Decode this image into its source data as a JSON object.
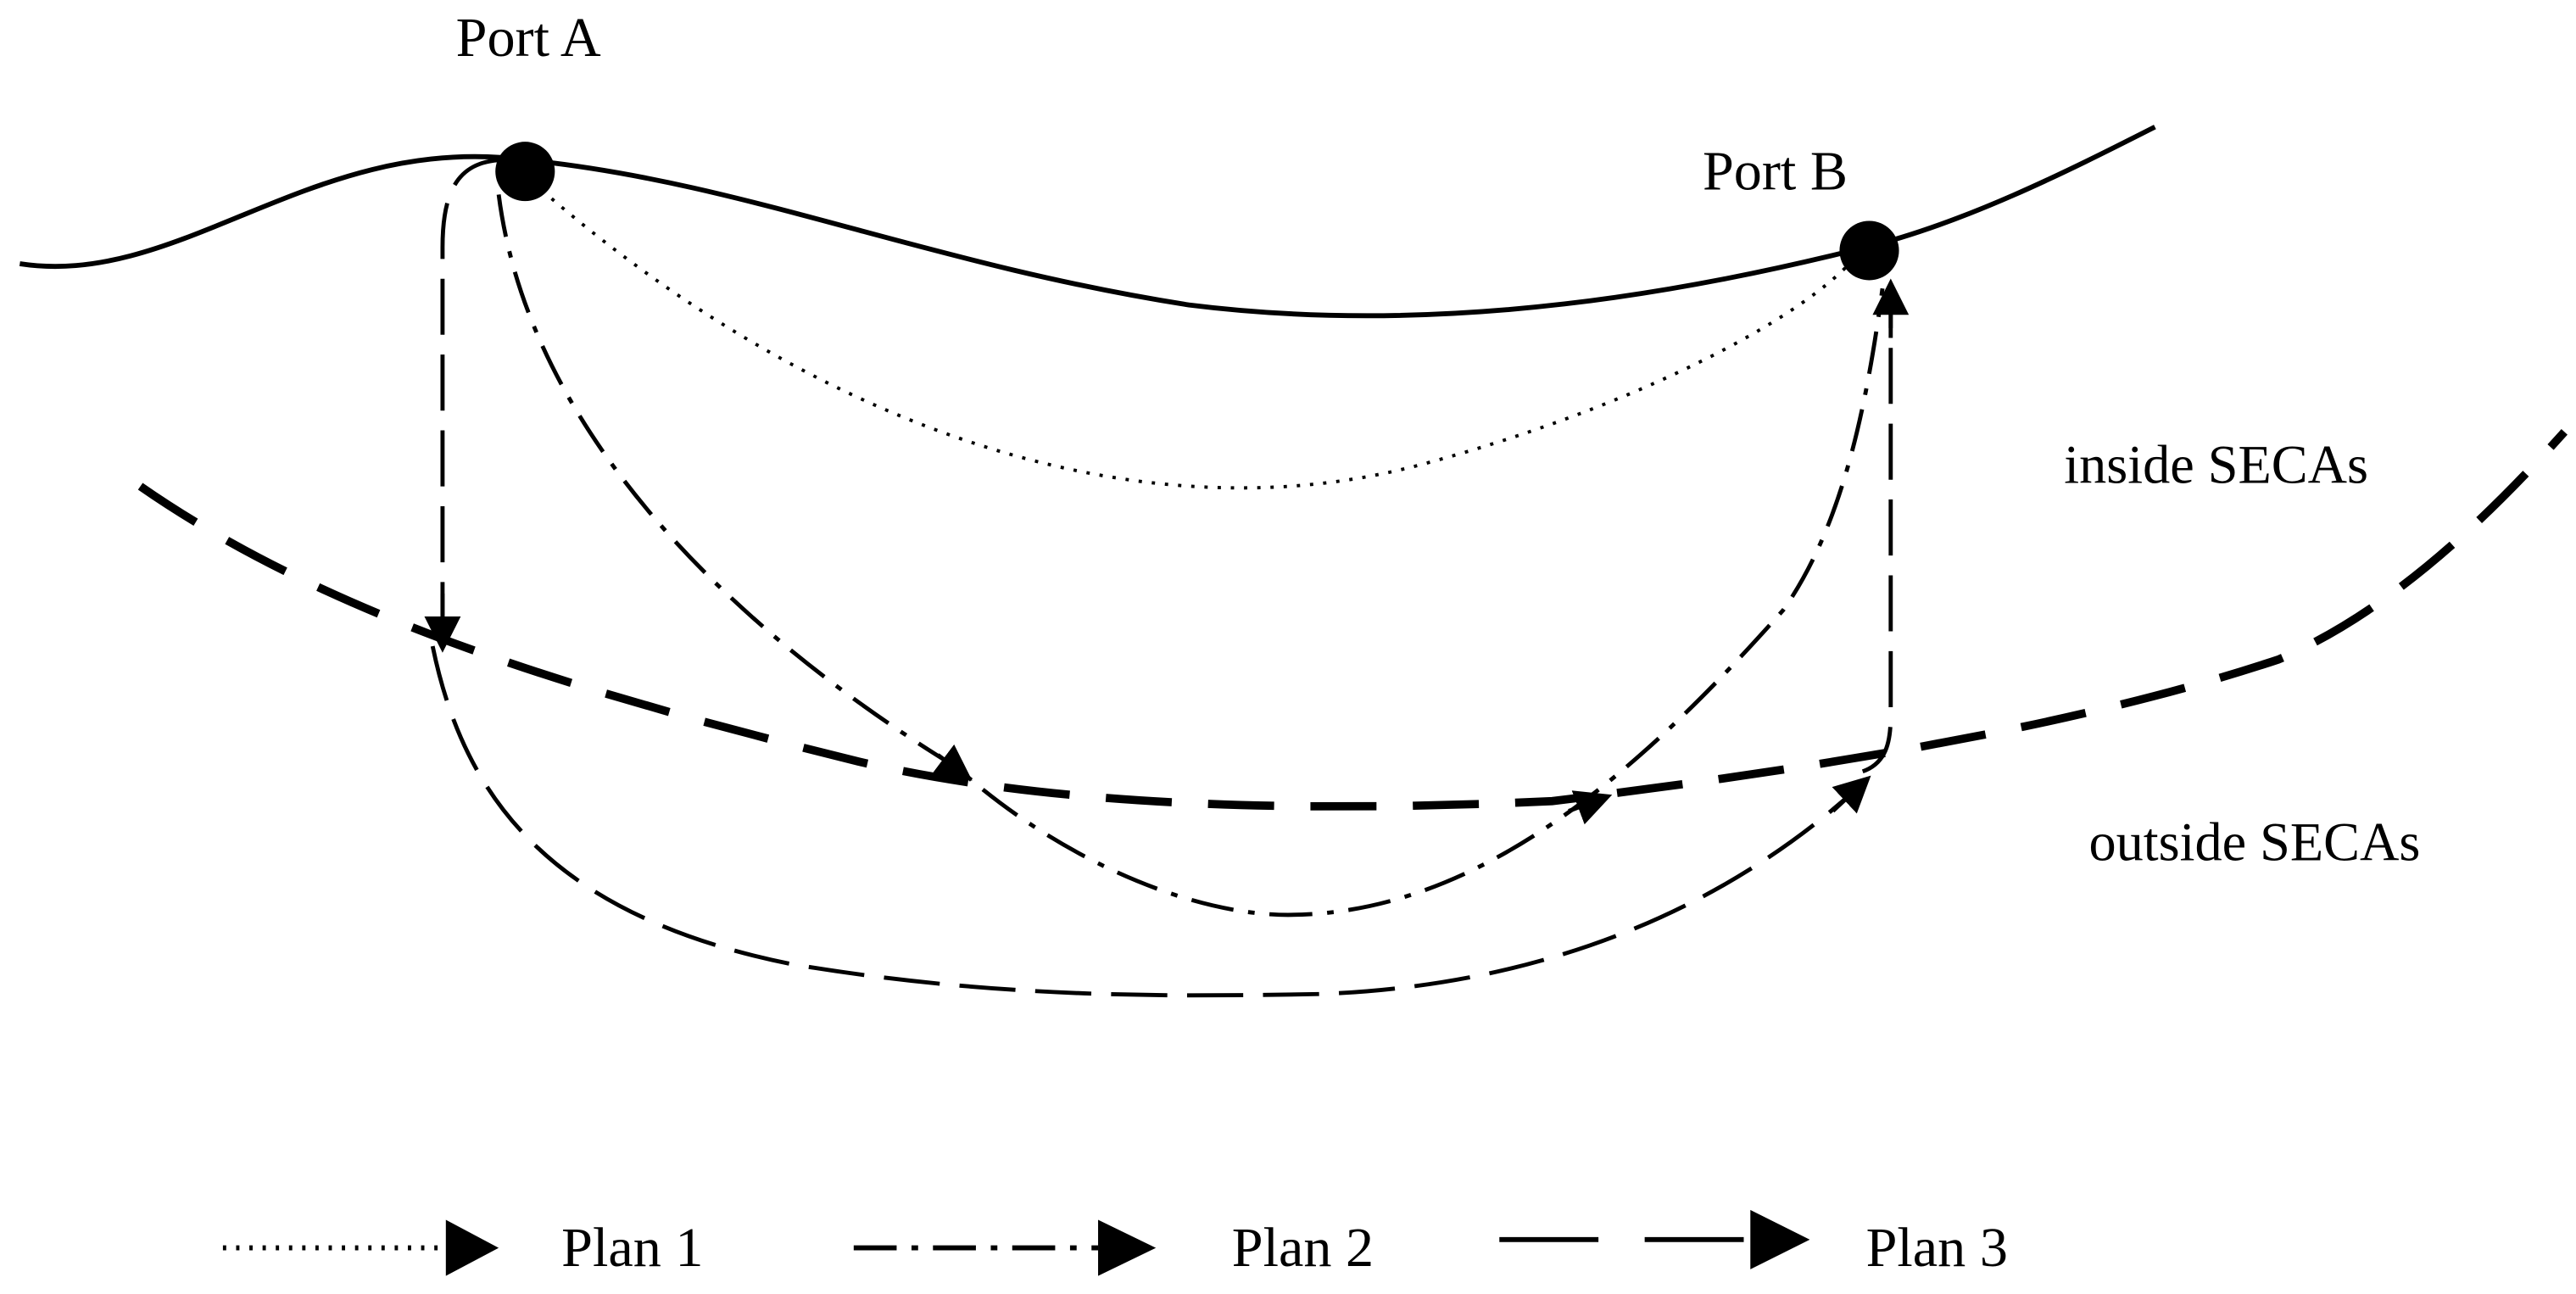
{
  "ports": {
    "a": {
      "label": "Port A"
    },
    "b": {
      "label": "Port B"
    }
  },
  "regions": {
    "inside": "inside SECAs",
    "outside": "outside SECAs"
  },
  "legend": {
    "plan1": "Plan 1",
    "plan2": "Plan 2",
    "plan3": "Plan 3"
  },
  "colors": {
    "ink": "#000000",
    "background": "#ffffff"
  }
}
